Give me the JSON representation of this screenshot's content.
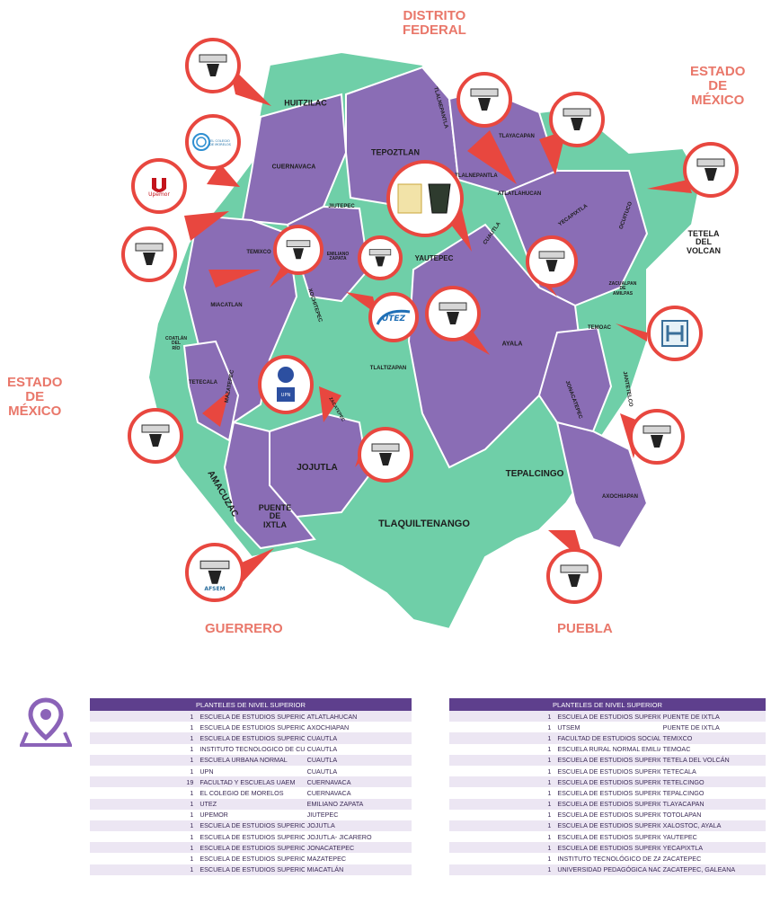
{
  "regions": [
    {
      "id": "distrito-federal",
      "text": "DISTRITO\nFEDERAL"
    },
    {
      "id": "estado-mexico-ne",
      "text": "ESTADO\nDE\nMÉXICO"
    },
    {
      "id": "estado-mexico-w",
      "text": "ESTADO\nDE\nMÉXICO"
    },
    {
      "id": "guerrero",
      "text": "GUERRERO"
    },
    {
      "id": "puebla",
      "text": "PUEBLA"
    }
  ],
  "municipalities": [
    "HUITZILAC",
    "TLALNEPANTLA",
    "TLAYACAPAN",
    "TEPOZTLAN",
    "TLALNEPANTLA",
    "CUERNAVACA",
    "ATLATLAHUCAN",
    "YECAPIXTLA",
    "OCUITUCO",
    "TETELA\nDEL\nVOLCAN",
    "JIUTEPEC",
    "YAUTEPEC",
    "CUAUTLA",
    "TEMIXCO",
    "EMILIANO\nZAPATA",
    "ZACUALPAN\nDE\nAMILPAS",
    "MIACATLAN",
    "XOCHITEPEC",
    "TEMOAC",
    "COATLÁN\nDEL\nRÍO",
    "AYALA",
    "JANTETELCO",
    "TETECALA",
    "MAZATEPEC",
    "TLALTIZAPAN",
    "JONACATEPEC",
    "ZACATEPEC",
    "JOJUTLA",
    "TEPALCINGO",
    "AMACUZAC",
    "AXOCHIAPAN",
    "PUENTE\nDE\nIXTLA",
    "TLAQUILTENANGO"
  ],
  "logos": {
    "colegio": "EL COLEGIO\nDE MORELOS",
    "upemor": "Upemor",
    "utez": "UTEZ",
    "upn": "UPN",
    "afsem": "AFSEM"
  },
  "colors": {
    "purple": "#8a6db5",
    "teal": "#6fcfa8",
    "red": "#e8473f",
    "region_label": "#e9776a",
    "table_header": "#5e3f8d"
  },
  "table_left": {
    "header": "PLANTELES DE NIVEL SUPERIOR",
    "rows": [
      [
        "1",
        "ESCUELA DE ESTUDIOS SUPERIORES UAEM",
        "ATLATLAHUCAN"
      ],
      [
        "1",
        "ESCUELA DE ESTUDIOS SUPERIORES UAEM",
        "AXOCHIAPAN"
      ],
      [
        "1",
        "ESCUELA DE ESTUDIOS SUPERIORES UAEM",
        "CUAUTLA"
      ],
      [
        "1",
        "INSTITUTO TECNOLOGICO DE CUAUTLA",
        "CUAUTLA"
      ],
      [
        "1",
        "ESCUELA URBANA NORMAL",
        "CUAUTLA"
      ],
      [
        "1",
        "UPN",
        "CUAUTLA"
      ],
      [
        "19",
        "FACULTAD Y ESCUELAS UAEM",
        "CUERNAVACA"
      ],
      [
        "1",
        "EL COLEGIO DE MORELOS",
        "CUERNAVACA"
      ],
      [
        "1",
        "UTEZ",
        "EMILIANO ZAPATA"
      ],
      [
        "1",
        "UPEMOR",
        "JIUTEPEC"
      ],
      [
        "1",
        "ESCUELA DE ESTUDIOS SUPERIORES UAEM",
        "JOJUTLA"
      ],
      [
        "1",
        "ESCUELA DE ESTUDIOS SUPERIORES UAEM",
        "JOJUTLA- JICARERO"
      ],
      [
        "1",
        "ESCUELA DE ESTUDIOS SUPERIORES UAEM",
        "JONACATEPEC"
      ],
      [
        "1",
        "ESCUELA DE ESTUDIOS SUPERIORES UAEM",
        "MAZATEPEC"
      ],
      [
        "1",
        "ESCUELA DE ESTUDIOS SUPERIORES UAEM",
        "MIACATLÁN"
      ]
    ]
  },
  "table_right": {
    "header": "PLANTELES DE NIVEL SUPERIOR",
    "rows": [
      [
        "1",
        "ESCUELA DE ESTUDIOS SUPERIORES UAEM",
        "PUENTE DE IXTLA"
      ],
      [
        "1",
        "UTSEM",
        "PUENTE DE IXTLA"
      ],
      [
        "1",
        "FACULTAD DE ESTUDIOS SOCIALES",
        "TEMIXCO"
      ],
      [
        "1",
        "ESCUELA RURAL NORMAL EMILIANO ZAPATA",
        "TEMOAC"
      ],
      [
        "1",
        "ESCUELA DE ESTUDIOS SUPERIORES UAEM",
        "TETELA DEL VOLCÁN"
      ],
      [
        "1",
        "ESCUELA DE ESTUDIOS SUPERIORES UAEM",
        "TETECALA"
      ],
      [
        "1",
        "ESCUELA DE ESTUDIOS SUPERIORES UAEM",
        "TETELCINGO"
      ],
      [
        "1",
        "ESCUELA DE ESTUDIOS SUPERIORES UAEM",
        "TEPALCINGO"
      ],
      [
        "1",
        "ESCUELA DE ESTUDIOS SUPERIORES UAEM",
        "TLAYACAPAN"
      ],
      [
        "1",
        "ESCUELA DE ESTUDIOS SUPERIORES UAEM",
        "TOTOLAPAN"
      ],
      [
        "1",
        "ESCUELA DE ESTUDIOS SUPERIORES UAEM",
        "XALOSTOC, AYALA"
      ],
      [
        "1",
        "ESCUELA DE ESTUDIOS SUPERIORES UAEM",
        "YAUTEPEC"
      ],
      [
        "1",
        "ESCUELA DE ESTUDIOS SUPERIORES UAEM",
        "YECAPIXTLA"
      ],
      [
        "1",
        "INSTITUTO TECNOLÓGICO DE ZACATEPEC",
        "ZACATEPEC"
      ],
      [
        "1",
        "UNIVERSIDAD PEDAGÓGICA NACIONAL - SUBSEDE",
        "ZACATEPEC, GALEANA"
      ]
    ]
  }
}
